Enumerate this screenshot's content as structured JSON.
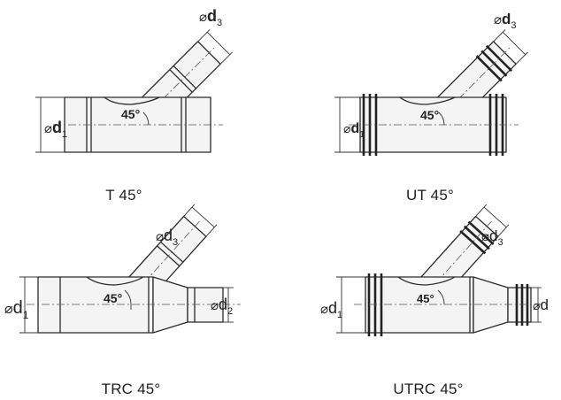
{
  "fittings": [
    {
      "caption": "T 45°",
      "angle_label": "45°",
      "d1_label": "d",
      "d1_sub": "1",
      "d3_label": "d",
      "d3_sub": "3"
    },
    {
      "caption": "UT 45°",
      "angle_label": "45°",
      "d1_label": "d",
      "d1_sub": "1",
      "d3_label": "d",
      "d3_sub": "3"
    },
    {
      "caption": "TRC 45°",
      "angle_label": "45°",
      "d1_label": "d",
      "d1_sub": "1",
      "d3_label": "d",
      "d3_sub": "3",
      "d2_label": "d",
      "d2_sub": "2"
    },
    {
      "caption": "UTRC 45°",
      "angle_label": "45°",
      "d1_label": "d",
      "d1_sub": "1",
      "d3_label": "d",
      "d3_sub": "3",
      "d2_label": "d"
    }
  ],
  "diameter_symbol": "⌀"
}
